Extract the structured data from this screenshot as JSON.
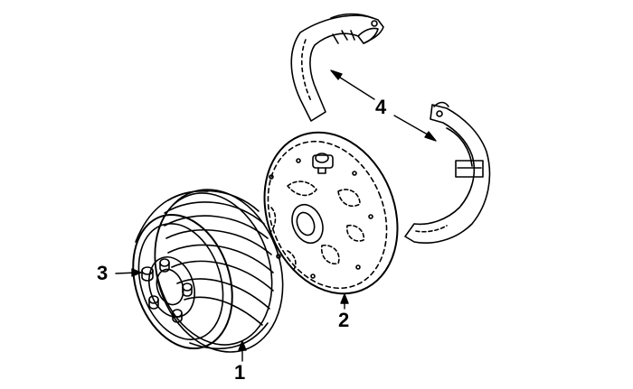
{
  "diagram": {
    "callouts": [
      {
        "id": "1",
        "text": "1",
        "part": "brake-drum"
      },
      {
        "id": "2",
        "text": "2",
        "part": "backing-plate"
      },
      {
        "id": "3",
        "text": "3",
        "part": "wheel-stud"
      },
      {
        "id": "4",
        "text": "4",
        "part": "brake-shoes"
      }
    ],
    "line_color": "#000000",
    "background": "#ffffff"
  }
}
